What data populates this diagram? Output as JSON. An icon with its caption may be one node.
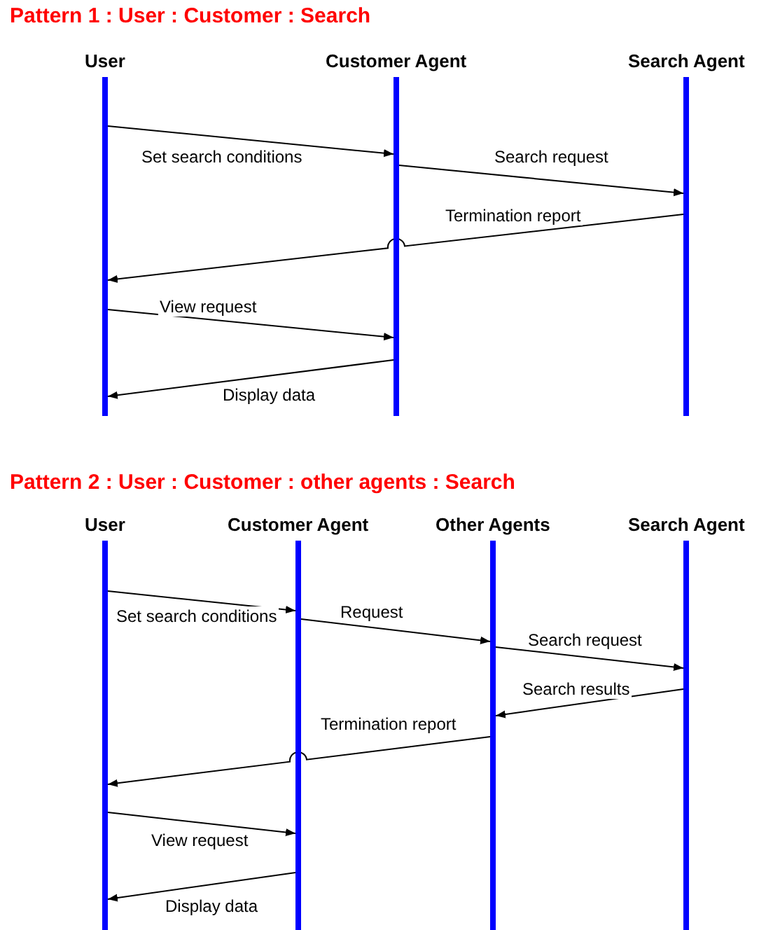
{
  "diagram": {
    "nodes": [
      {
        "text": [
          "User"
        ]
      },
      {
        "text": [
          "Customer Agent"
        ]
      },
      {
        "text": [
          "Search Agent"
        ]
      },
      {
        "text": [
          "User"
        ]
      },
      {
        "text": [
          "Customer Agent"
        ]
      },
      {
        "text": [
          "Other Agents"
        ]
      },
      {
        "text": [
          "Search Agent"
        ]
      }
    ],
    "edges": [
      {
        "from": 0,
        "to": 1,
        "arrow": "to",
        "label": "Set search conditions"
      },
      {
        "from": 1,
        "to": 2,
        "arrow": "to",
        "label": "Search request"
      },
      {
        "from": 2,
        "to": 0,
        "arrow": "to",
        "label": "Termination report"
      },
      {
        "from": 0,
        "to": 1,
        "arrow": "to",
        "label": "View request"
      },
      {
        "from": 1,
        "to": 0,
        "arrow": "to",
        "label": "Display data"
      },
      {
        "from": 3,
        "to": 4,
        "arrow": "to",
        "label": "Set search conditions"
      },
      {
        "from": 4,
        "to": 5,
        "arrow": "to",
        "label": "Request"
      },
      {
        "from": 5,
        "to": 6,
        "arrow": "to",
        "label": "Search request"
      },
      {
        "from": 6,
        "to": 5,
        "arrow": "to",
        "label": "Search results"
      },
      {
        "from": 5,
        "to": 3,
        "arrow": "to",
        "label": "Termination report"
      },
      {
        "from": 3,
        "to": 4,
        "arrow": "to",
        "label": "View request"
      },
      {
        "from": 4,
        "to": 3,
        "arrow": "to",
        "label": "Display data"
      }
    ],
    "labels": [
      "Pattern 1 : User : Customer : Search",
      "Pattern 2 : User : Customer : other agents : Search"
    ]
  }
}
